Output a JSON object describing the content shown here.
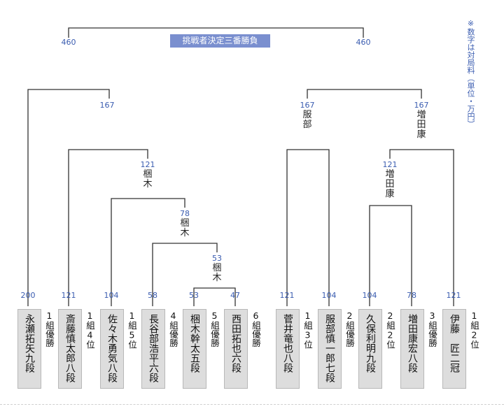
{
  "title": "挑戦者決定三番勝負",
  "note": "※数字は対局料（単位・万円）",
  "final": {
    "left_prize": "460",
    "right_prize": "460"
  },
  "players": [
    {
      "name": "永瀬拓矢九段",
      "result": "1組優勝",
      "prize": "200"
    },
    {
      "name": "斎藤慎太郎八段",
      "result": "1組4位",
      "prize": "121"
    },
    {
      "name": "佐々木勇気八段",
      "result": "1組5位",
      "prize": "104"
    },
    {
      "name": "長谷部浩平六段",
      "result": "4組優勝",
      "prize": "58"
    },
    {
      "name": "梱木幹太五段",
      "result": "5組優勝",
      "prize": "53"
    },
    {
      "name": "西田拓也六段",
      "result": "6組優勝",
      "prize": "47"
    },
    {
      "name": "菅井竜也八段",
      "result": "1組3位",
      "prize": "121"
    },
    {
      "name": "服部慎一郎七段",
      "result": "2組優勝",
      "prize": "104"
    },
    {
      "name": "久保利明九段",
      "result": "2組2位",
      "prize": "104"
    },
    {
      "name": "増田康宏八段",
      "result": "3組優勝",
      "prize": "78"
    },
    {
      "name": "伊藤　匠二冠",
      "result": "1組2位",
      "prize": "121"
    }
  ],
  "matches": [
    {
      "id": "m53",
      "prize": "53",
      "winner": "梱木"
    },
    {
      "id": "m78",
      "prize": "78",
      "winner": "梱木"
    },
    {
      "id": "m121L",
      "prize": "121",
      "winner": "梱木"
    },
    {
      "id": "m167L",
      "prize": "167",
      "winner": ""
    },
    {
      "id": "m121R",
      "prize": "121",
      "winner": "増田康"
    },
    {
      "id": "m167Ra",
      "prize": "167",
      "winner": "服部"
    },
    {
      "id": "m167Rb",
      "prize": "167",
      "winner": "増田康"
    }
  ]
}
